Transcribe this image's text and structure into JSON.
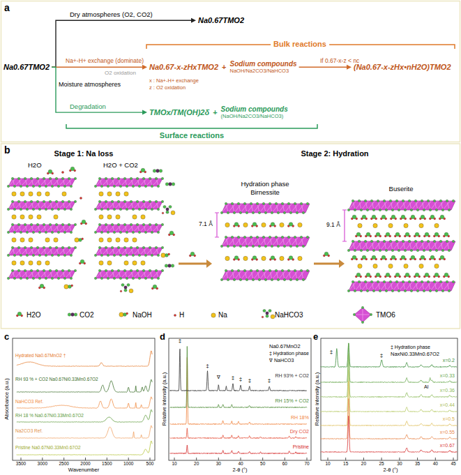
{
  "diagram": {
    "nodes": [
      {
        "text": [
          "Na0.67TMO2"
        ]
      },
      {
        "text": [
          "Na0.67TMO2"
        ]
      },
      {
        "text": [
          "Na0.67-x-zHxTMO2",
          "+",
          "Sodium compounds",
          "NaOH/Na2CO3/NaHCO3"
        ]
      },
      {
        "text": [
          "(Na0.67-x-zHx•nH2O)TMO2"
        ]
      },
      {
        "text": [
          "TMOx/TM(OH)2δ",
          "+",
          "Sodium compounds",
          "(NaOH/Na2CO3/NaHCO3)"
        ]
      }
    ],
    "edges": [
      {
        "from": 0,
        "to": 1,
        "arrow": "to",
        "label": "Dry atmospheres (O2, CO2)"
      },
      {
        "from": 0,
        "to": 2,
        "arrow": "to",
        "label": "Na+-H+ exchange (dominate)"
      },
      {
        "from": 0,
        "to": 4,
        "arrow": "to",
        "label": "Degradation"
      },
      {
        "from": 2,
        "to": 3,
        "arrow": "to",
        "label": "If 0.67-x-z < nc"
      }
    ],
    "labels": [
      "a",
      "Bulk reactions",
      "Moisture atmospheres",
      "O2 oxidation",
      "x : Na+-H+ exchange",
      "z : O2 oxidation",
      "Surface reactions",
      "b",
      "Stage 1: Na loss",
      "Stage 2: Hydration",
      "H2O",
      "H2O + CO2",
      "Hydration phase",
      "Birnessite",
      "Buserite",
      "7.1 Å",
      "9.1 Å",
      "c",
      "Absorbance (a.u.)",
      "Wavenumber",
      "3500",
      "3000",
      "2500",
      "2000",
      "1500",
      "1000",
      "500",
      "Hydrated Na0.67MnO2 †",
      "RH 93 % + CO2 Na0.67Ni0.33Mn0.67O2",
      "NaHCO3 Ref.",
      "RH 18 % Na0.67Ni0.33Mn0.67O2",
      "Na2CO3 Ref.",
      "Pristine Na0.67Ni0.33Mn0.67O2",
      "d",
      "Relative intensity (a.u.)",
      "2-θ (°)",
      "10",
      "20",
      "30",
      "40",
      "50",
      "60",
      "70",
      "Na0.67MnO2",
      "‡ Hydration phase",
      "∇ NaHCO3",
      "RH 93% + CO2",
      "RH 15% + CO2",
      "RH 18%",
      "Dry CO2",
      "Pristine",
      "‡",
      "‡",
      "∇",
      "‡",
      "‡",
      "‡",
      "‡",
      "e",
      "Relative intensity (a.u.)",
      "2-θ (°)",
      "10",
      "15",
      "20",
      "25",
      "30",
      "35",
      "40",
      "45",
      "‡ Hydration phase",
      "NaxNi0.33Mn0.67O2",
      "Al",
      "‡",
      "‡",
      "x=0.2",
      "x=0.33",
      "x=0.36",
      "x=0.44",
      "x=0.5",
      "x=0.55",
      "x=0.67"
    ],
    "legend": [
      {
        "text": "H2O"
      },
      {
        "text": "CO2"
      },
      {
        "text": "NaOH"
      },
      {
        "text": "H"
      },
      {
        "text": "Na"
      },
      {
        "text": "NaHCO3"
      },
      {
        "text": "TMO6"
      }
    ]
  }
}
